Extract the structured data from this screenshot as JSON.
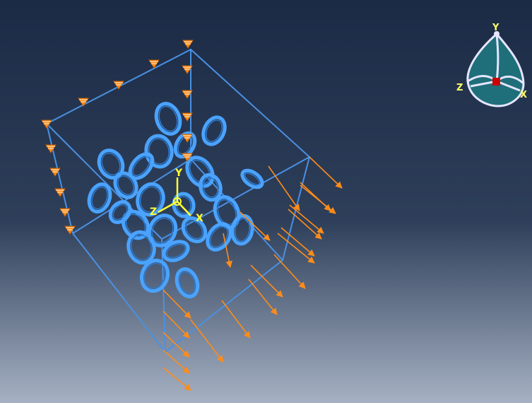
{
  "viewport": {
    "background_top": "#1b2a45",
    "background_mid": "#2e3f5a",
    "background_bottom": "#a6b1c3"
  },
  "colors": {
    "wire": "#4a90e2",
    "rings": "#4aa3ff",
    "ring_outline": "#2a7ad1",
    "load_arrows": "#ff8c1a",
    "constraint_markers": "#ff8c1a",
    "csys": "#ffff33",
    "triad_fill": "#1f6f7a",
    "triad_outline": "#e6e6ff",
    "triad_origin": "#cc0000",
    "triad_labels": "#ffff66"
  },
  "model_csys": {
    "x_label": "X",
    "y_label": "Y",
    "z_label": "Z"
  },
  "view_triad": {
    "x_label": "X",
    "y_label": "Y",
    "z_label": "Z"
  },
  "icons": {
    "model_csys": "coordinate-system-icon",
    "view_triad": "view-orientation-triad-icon",
    "load_arrow": "pressure-load-arrow-icon",
    "constraint": "boundary-condition-marker-icon"
  }
}
